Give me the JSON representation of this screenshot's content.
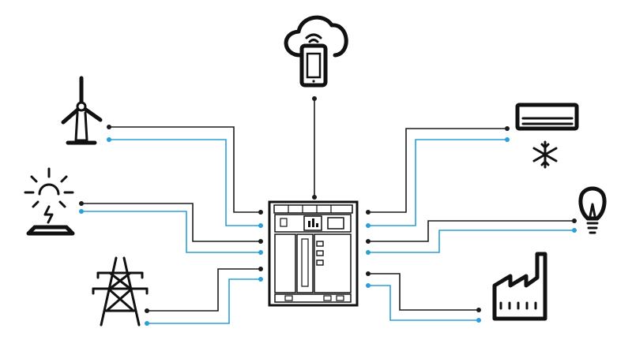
{
  "diagram": {
    "colors": {
      "power": "#1b1b1b",
      "data": "#2a9fd8",
      "background": "#ffffff"
    },
    "nodes": [
      {
        "id": "cloud-phone",
        "icon": "cloud-smartphone-icon"
      },
      {
        "id": "wind-turbine",
        "icon": "wind-turbine-icon"
      },
      {
        "id": "solar",
        "icon": "solar-panel-icon"
      },
      {
        "id": "power-pylon",
        "icon": "transmission-tower-icon"
      },
      {
        "id": "air-conditioner",
        "icon": "air-conditioner-icon"
      },
      {
        "id": "light-bulb",
        "icon": "light-bulb-icon"
      },
      {
        "id": "factory",
        "icon": "factory-icon"
      },
      {
        "id": "controller",
        "icon": "circuit-breaker-icon"
      }
    ]
  }
}
